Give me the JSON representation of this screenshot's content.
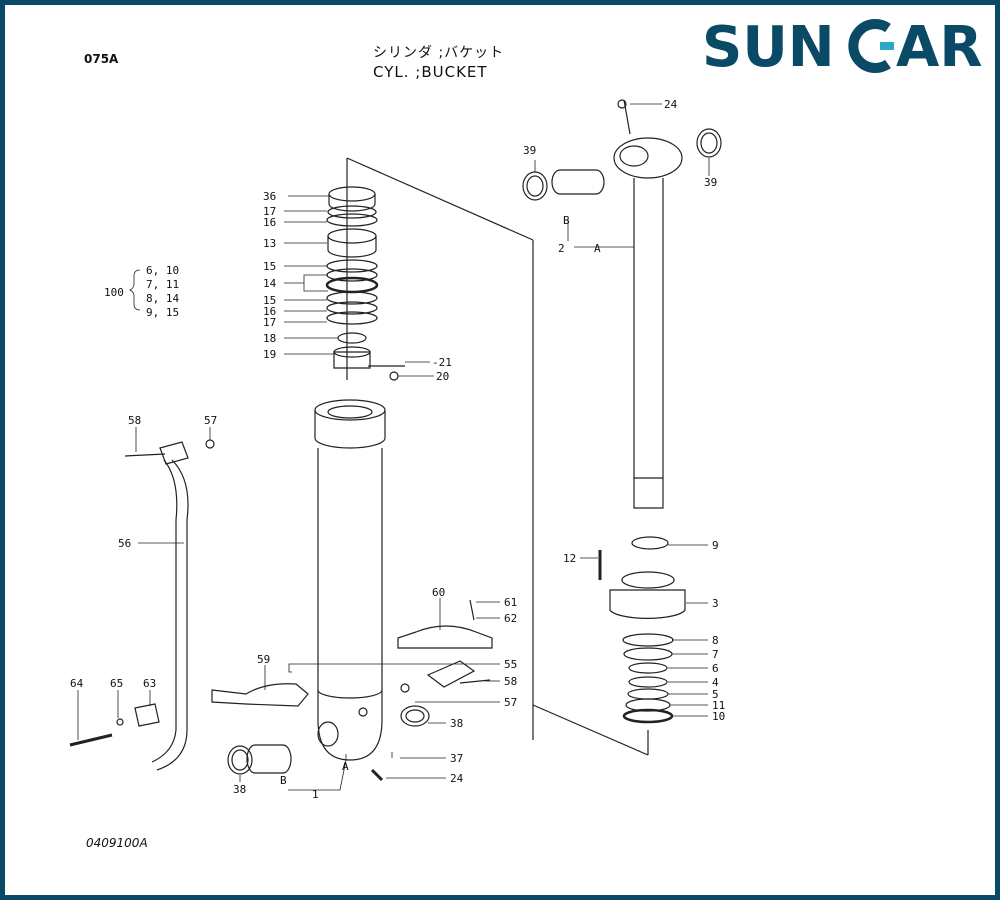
{
  "header": {
    "code": "075A",
    "title_jp": "シリンダ ;バケット",
    "title_en": "CYL. ;BUCKET"
  },
  "logo": {
    "text_left": "SUN",
    "text_right": "AR",
    "color": "#0b4a66",
    "accent": "#2aa8c8"
  },
  "footer": {
    "reference": "0409100A"
  },
  "callouts": {
    "p36": "36",
    "p17a": "17",
    "p16a": "16",
    "p13": "13",
    "p15a": "15",
    "p14": "14",
    "p15b": "15",
    "p16b": "16",
    "p17b": "17",
    "p18": "18",
    "p19": "19",
    "p21": "-21",
    "p20": "20",
    "p58a": "58",
    "p57a": "57",
    "p56": "56",
    "p60": "60",
    "p61": "61",
    "p62": "62",
    "p59": "59",
    "p55": "55",
    "p58b": "58",
    "p57b": "57",
    "p64": "64",
    "p65": "65",
    "p63": "63",
    "p38a": "38",
    "p37": "37",
    "p24b": "24",
    "p38b": "38",
    "pB1": "B",
    "pA1": "A",
    "p1": "1",
    "p24a": "24",
    "p39a": "39",
    "p39b": "39",
    "pB2": "B",
    "p2": "2",
    "pA2": "A",
    "p9": "9",
    "p12": "12",
    "p3": "3",
    "p8": "8",
    "p7": "7",
    "p6": "6",
    "p4": "4",
    "p5": "5",
    "p11": "11",
    "p10": "10"
  },
  "kit": {
    "number": "100",
    "rows": [
      "6, 10",
      "7, 11",
      "8, 14",
      "9, 15"
    ]
  }
}
